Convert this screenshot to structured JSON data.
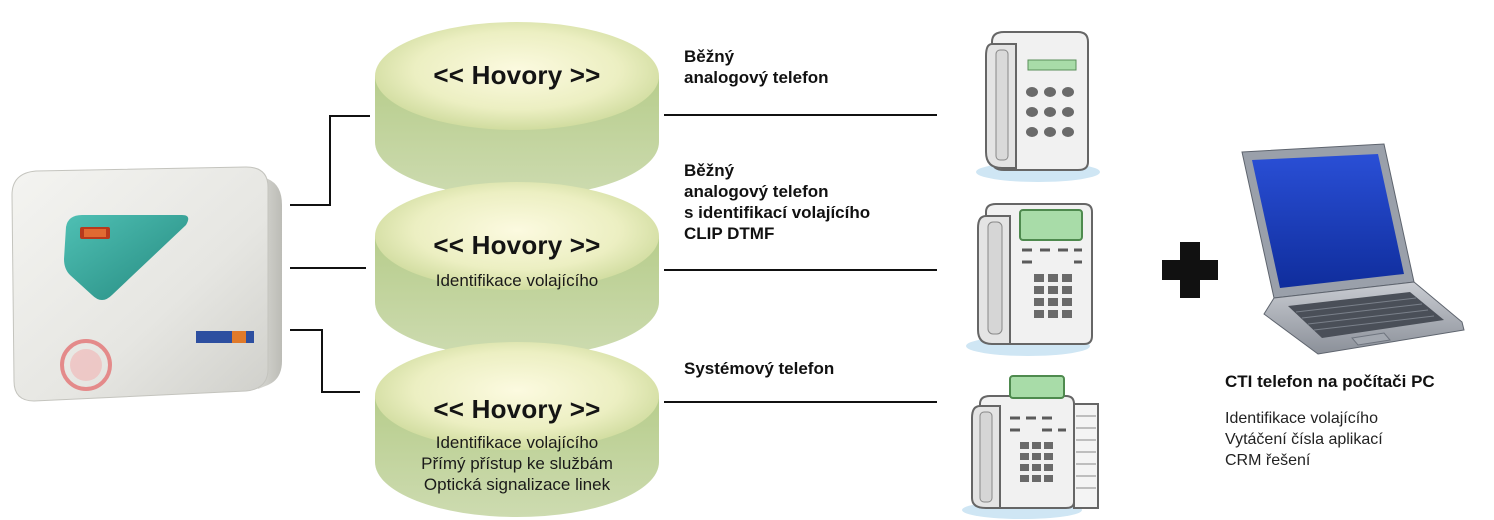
{
  "disks": [
    {
      "title": "<< Hovory >>",
      "lines": []
    },
    {
      "title": "<< Hovory >>",
      "lines": [
        "Identifikace volajícího"
      ]
    },
    {
      "title": "<< Hovory >>",
      "lines": [
        "Identifikace volajícího",
        "Přímý přístup ke službám",
        "Optická signalizace linek"
      ]
    }
  ],
  "phones": [
    {
      "label_lines": [
        "Běžný",
        "analogový telefon"
      ],
      "icon": "analog-phone-icon"
    },
    {
      "label_lines": [
        "Běžný",
        "analogový telefon",
        "s identifikací volajícího",
        "CLIP DTMF"
      ],
      "icon": "desk-phone-icon"
    },
    {
      "label_lines": [
        "Systémový telefon"
      ],
      "icon": "system-phone-icon"
    }
  ],
  "cti": {
    "title": "CTI telefon na počítači PC",
    "features": [
      "Identifikace volajícího",
      "Vytáčení čísla aplikací",
      "CRM řešení"
    ],
    "plus_icon": "plus-icon",
    "laptop_icon": "laptop-icon"
  },
  "device": {
    "icon": "pbx-device-icon"
  },
  "colors": {
    "disk_top_center": "#fbf8dc",
    "disk_top_edge": "#cfdb9a",
    "disk_side": "#b8cf8d",
    "teal_panel": "#3aa79d",
    "line": "#111111"
  }
}
